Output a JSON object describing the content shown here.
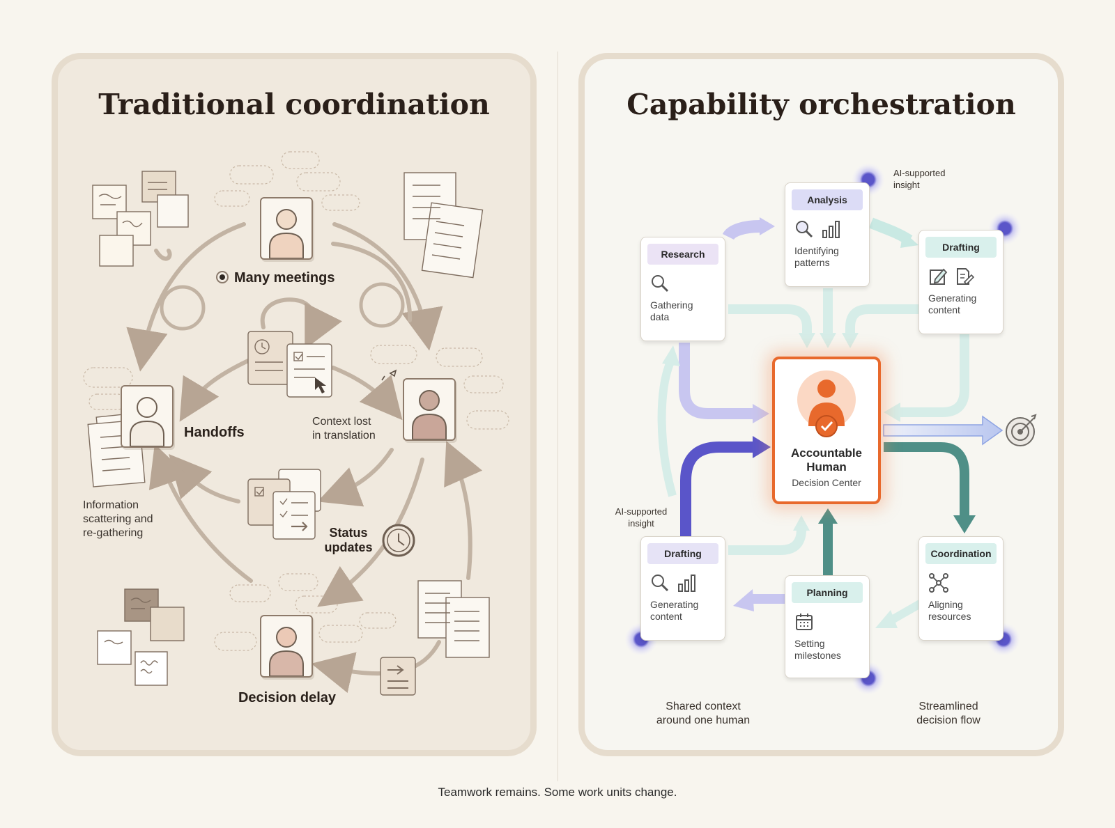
{
  "left": {
    "title": "Traditional coordination",
    "labels": {
      "many_meetings": "Many meetings",
      "handoffs": "Handoffs",
      "context_lost_1": "Context lost",
      "context_lost_2": "in translation",
      "info_1": "Information",
      "info_2": "scattering and",
      "info_3": "re-gathering",
      "status_1": "Status",
      "status_2": "updates",
      "decision_delay": "Decision delay"
    }
  },
  "right": {
    "title": "Capability orchestration",
    "center": {
      "title_1": "Accountable",
      "title_2": "Human",
      "subtitle": "Decision Center"
    },
    "cards": {
      "research": {
        "badge": "Research",
        "desc_1": "Gathering",
        "desc_2": "data",
        "badge_color": "#ebe3f5"
      },
      "analysis": {
        "badge": "Analysis",
        "desc_1": "Identifying",
        "desc_2": "patterns",
        "badge_color": "#dcdcf6"
      },
      "drafting_top": {
        "badge": "Drafting",
        "desc_1": "Generating",
        "desc_2": "content",
        "badge_color": "#d9f0ec"
      },
      "drafting_bottom": {
        "badge": "Drafting",
        "desc_1": "Generating",
        "desc_2": "content",
        "badge_color": "#e6e3f6"
      },
      "planning": {
        "badge": "Planning",
        "desc_1": "Setting",
        "desc_2": "milestones",
        "badge_color": "#d9f0ec"
      },
      "coordination": {
        "badge": "Coordination",
        "desc_1": "Aligning",
        "desc_2": "resources",
        "badge_color": "#d9f0ec"
      }
    },
    "ai_insight_top_1": "AI-supported",
    "ai_insight_top_2": "insight",
    "ai_insight_left_1": "AI-supported",
    "ai_insight_left_2": "insight",
    "shared_1": "Shared context",
    "shared_2": "around one human",
    "stream_1": "Streamlined",
    "stream_2": "decision flow"
  },
  "caption": "Teamwork remains. Some work units change.",
  "colors": {
    "accent_orange": "#e8692c",
    "indigo": "#5a55c9",
    "teal": "#4f8f87",
    "lavender": "#c8c6f0",
    "mint": "#c9e9e3"
  }
}
